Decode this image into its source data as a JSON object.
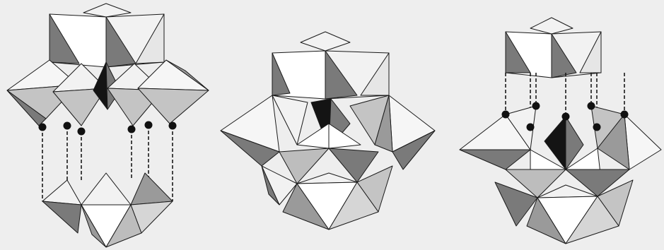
{
  "figure": {
    "panels": [
      {
        "id": "left",
        "view": "exploded"
      },
      {
        "id": "middle",
        "view": "assembled"
      },
      {
        "id": "right",
        "view": "partially-exploded"
      }
    ]
  },
  "colors": {
    "background": "#eeeeee",
    "face_light": "#f2f2f2",
    "face_mid": "#bdbdbd",
    "face_dark": "#7a7a7a",
    "face_black": "#141414",
    "edge": "#1a1a1a",
    "linking_atom": "#111111"
  }
}
